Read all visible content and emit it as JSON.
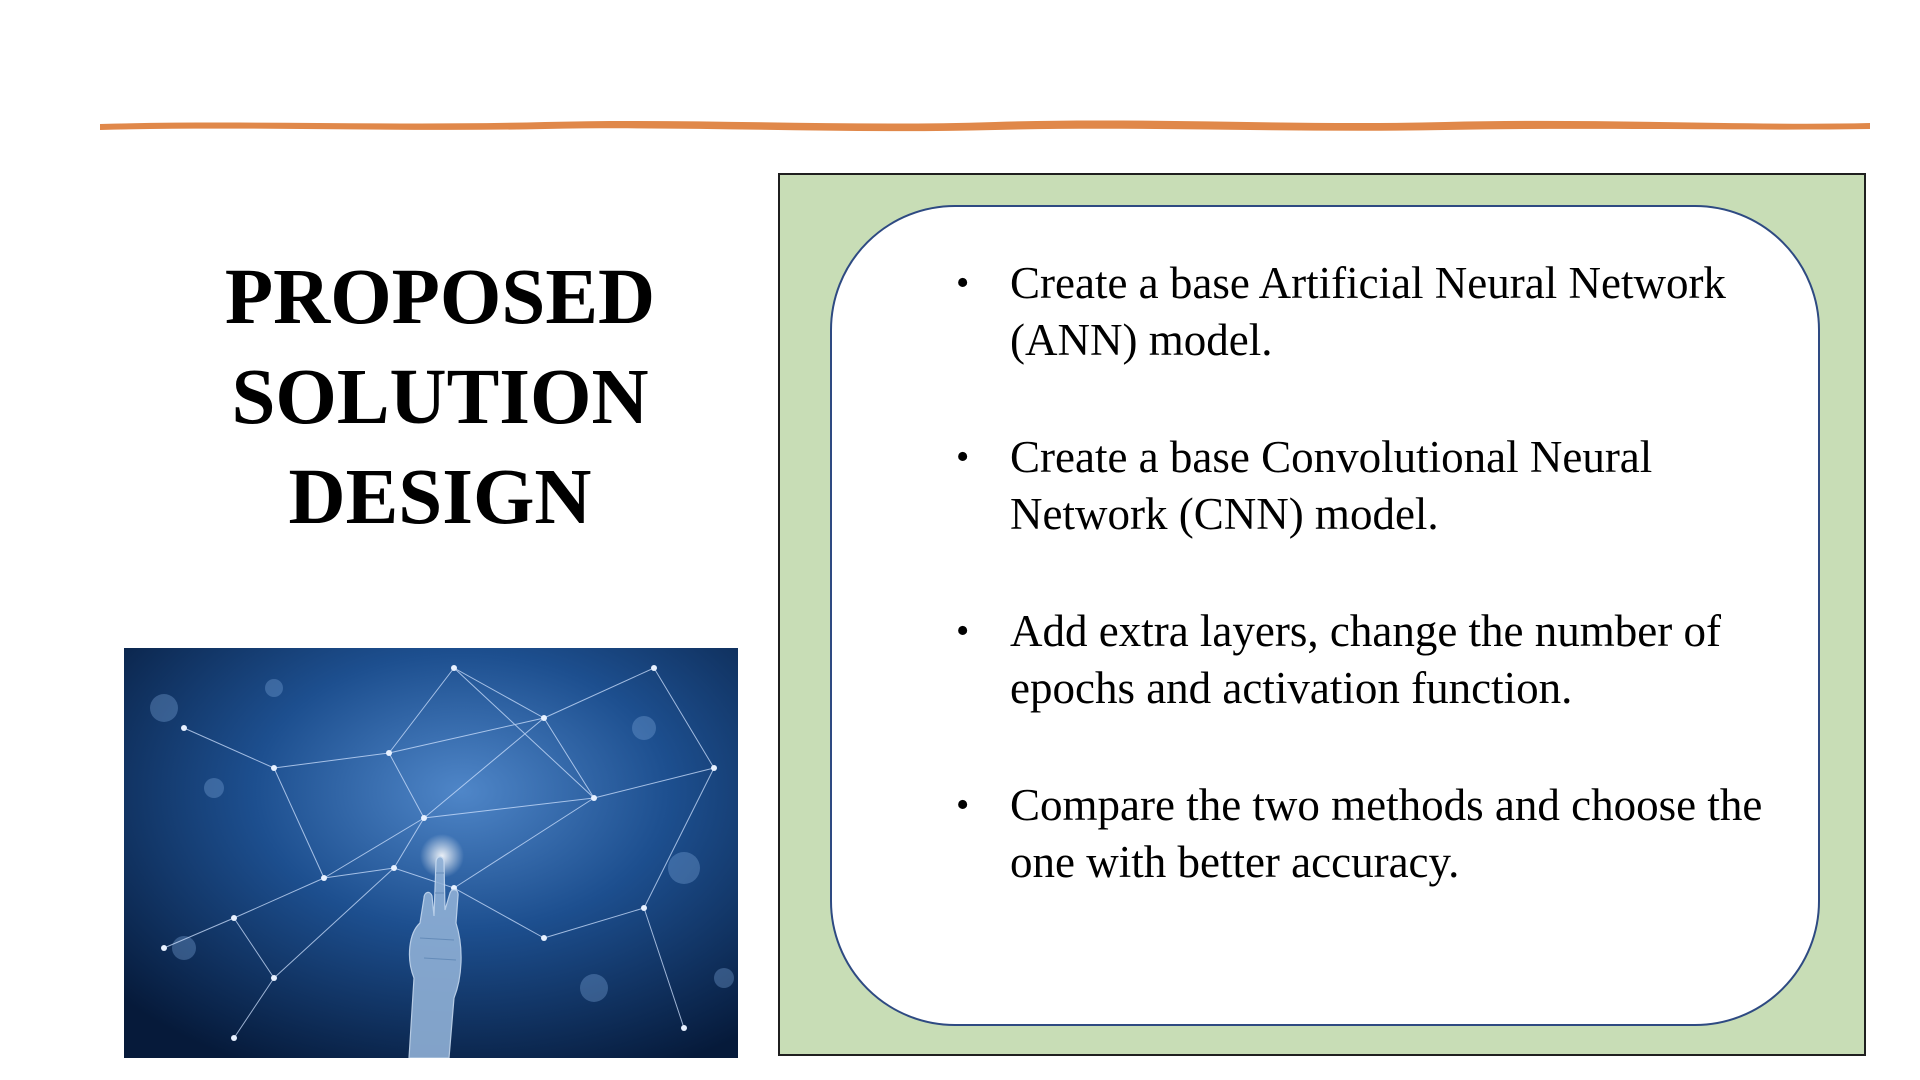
{
  "slide": {
    "title_lines": [
      "PROPOSED",
      "SOLUTION",
      "DESIGN"
    ],
    "image": {
      "description_icon": "ai-neural-network-hand-icon"
    },
    "bullets": [
      "Create a base Artificial Neural Network (ANN) model.",
      "Create a base Convolutional Neural Network (CNN) model.",
      "Add extra layers, change the number of epochs and activation function.",
      "Compare the two methods and choose the one with better accuracy."
    ],
    "bullet_glyph": "•"
  },
  "colors": {
    "accent_stroke": "#e0884a",
    "box_fill": "#c8ddb6",
    "rounded_border": "#2e4a82",
    "title": "#000000"
  }
}
